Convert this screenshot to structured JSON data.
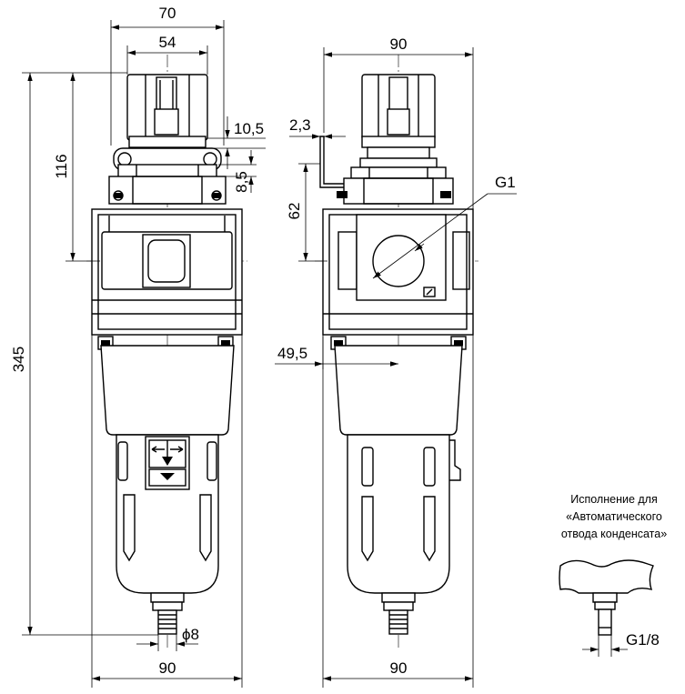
{
  "dimensions": {
    "left_top_width": "70",
    "left_inner_width": "54",
    "left_nut_height": "10,5",
    "left_flange_height": "8,5",
    "left_port_height": "116",
    "left_total_height": "345",
    "left_drain_diameter": "ϕ8",
    "left_bottom_width": "90",
    "right_top_width": "90",
    "right_bracket_thickness": "2,3",
    "right_bracket_height": "62",
    "right_port_thread": "G1",
    "right_bowl_offset": "49,5",
    "right_bottom_width": "90",
    "auto_drain_thread": "G1/8"
  },
  "auto_drain_note": {
    "line1": "Исполнение для",
    "line2": "«Автоматического",
    "line3": "отвода конденсата»"
  },
  "colors": {
    "line": "#000000",
    "background": "#ffffff"
  }
}
